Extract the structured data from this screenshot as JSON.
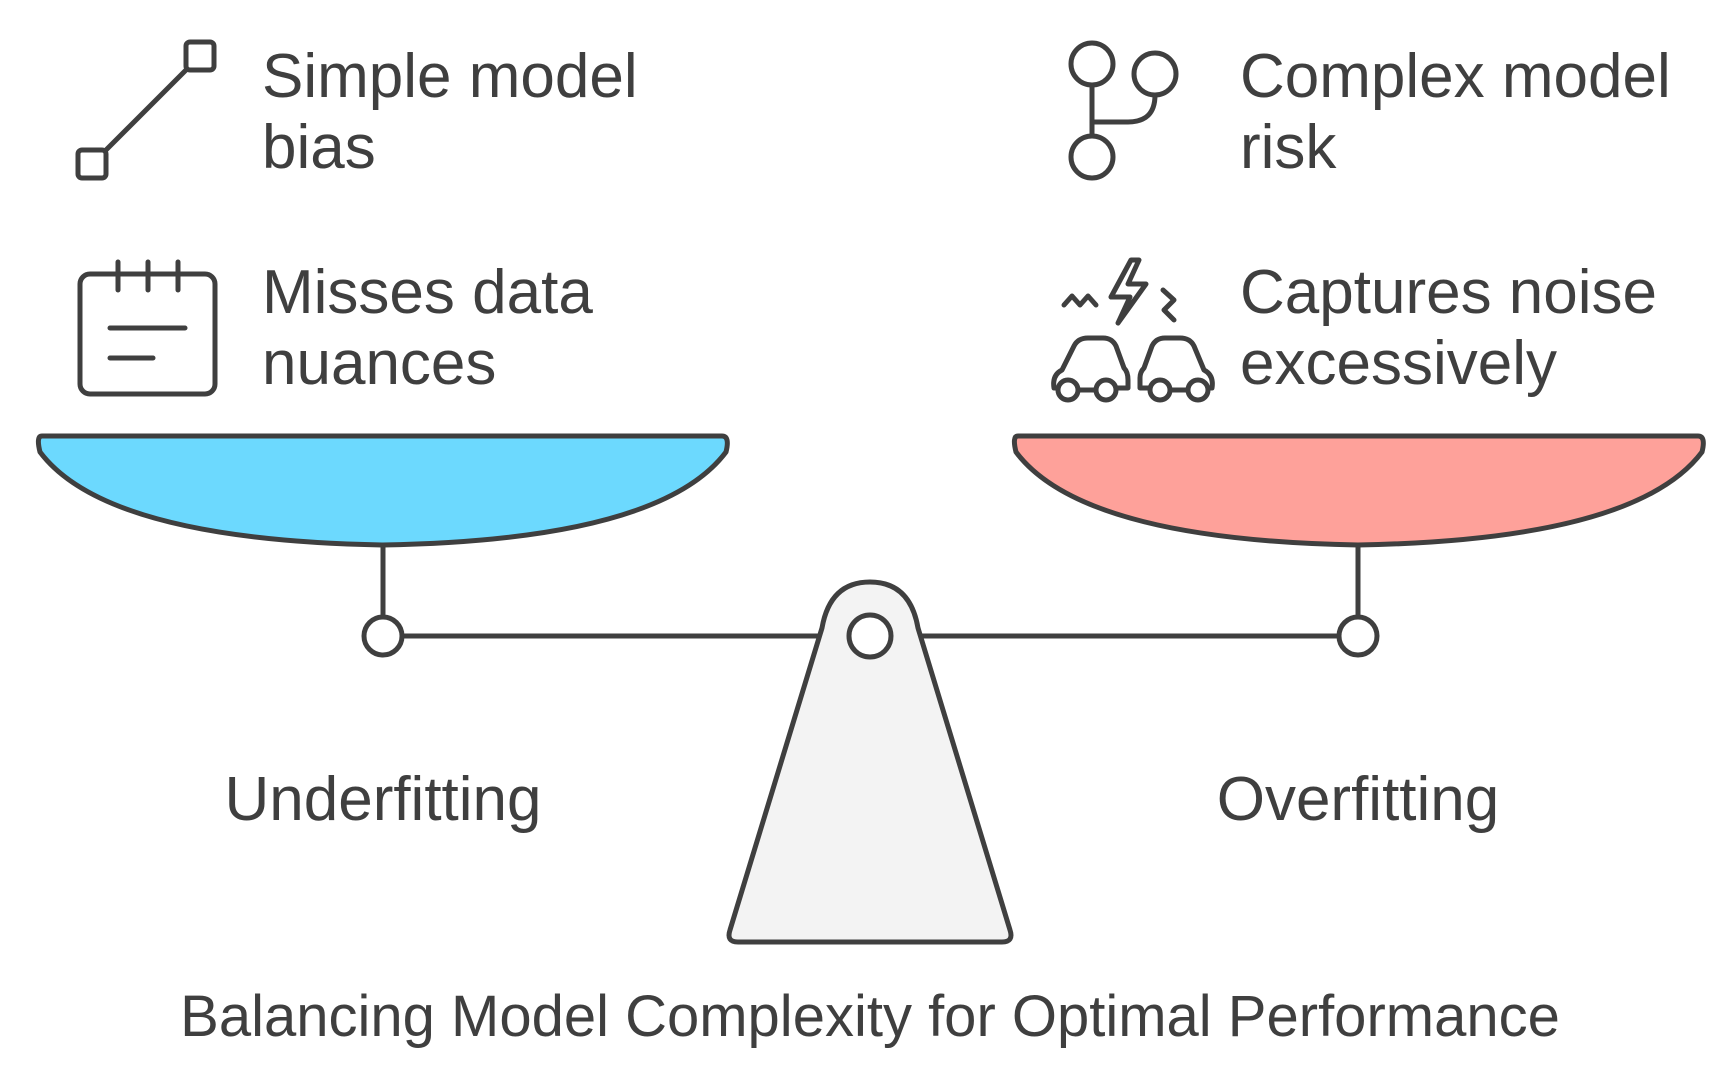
{
  "items": {
    "left_top": {
      "line1": "Simple model",
      "line2": "bias",
      "icon": "line-segment-icon"
    },
    "left_bottom": {
      "line1": "Misses data",
      "line2": "nuances",
      "icon": "calendar-icon"
    },
    "right_top": {
      "line1": "Complex model",
      "line2": "risk",
      "icon": "git-branch-icon"
    },
    "right_bottom": {
      "line1": "Captures noise",
      "line2": "excessively",
      "icon": "car-crash-icon"
    }
  },
  "sides": {
    "left": "Underfitting",
    "right": "Overfitting"
  },
  "title": "Balancing Model Complexity for Optimal Performance",
  "colors": {
    "left_pan": "#6cd9fe",
    "right_pan": "#fea19a",
    "fulcrum": "#f3f3f3",
    "stroke": "#3f3f3f"
  }
}
